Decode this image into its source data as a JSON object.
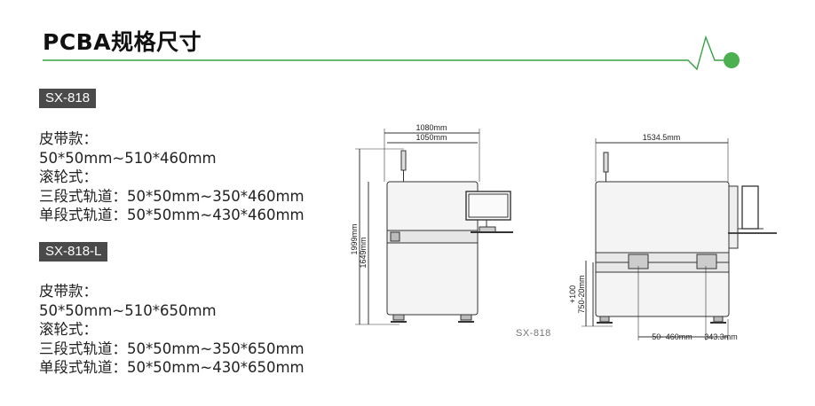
{
  "section_title": "PCBA规格尺寸",
  "accent_color": "#3aa046",
  "models": [
    {
      "name": "SX-818",
      "lines": [
        "皮带款：",
        "50*50mm~510*460mm",
        "滚轮式：",
        "三段式轨道：50*50mm~350*460mm",
        "单段式轨道：50*50mm~430*460mm"
      ]
    },
    {
      "name": "SX-818-L",
      "lines": [
        "皮带款：",
        "50*50mm~510*650mm",
        "滚轮式：",
        "三段式轨道：50*50mm~350*650mm",
        "单段式轨道：50*50mm~430*650mm"
      ]
    }
  ],
  "front_view": {
    "width_outer": "1080mm",
    "width_inner": "1050mm",
    "height_total": "1999mm",
    "height_body": "1649mm"
  },
  "side_view": {
    "length": "1534.5mm",
    "rail_height": "750-20mm",
    "rail_tolerance": "+100",
    "board_range": "50- 460mm",
    "offset": "343.3mm"
  },
  "caption": "SX-818"
}
